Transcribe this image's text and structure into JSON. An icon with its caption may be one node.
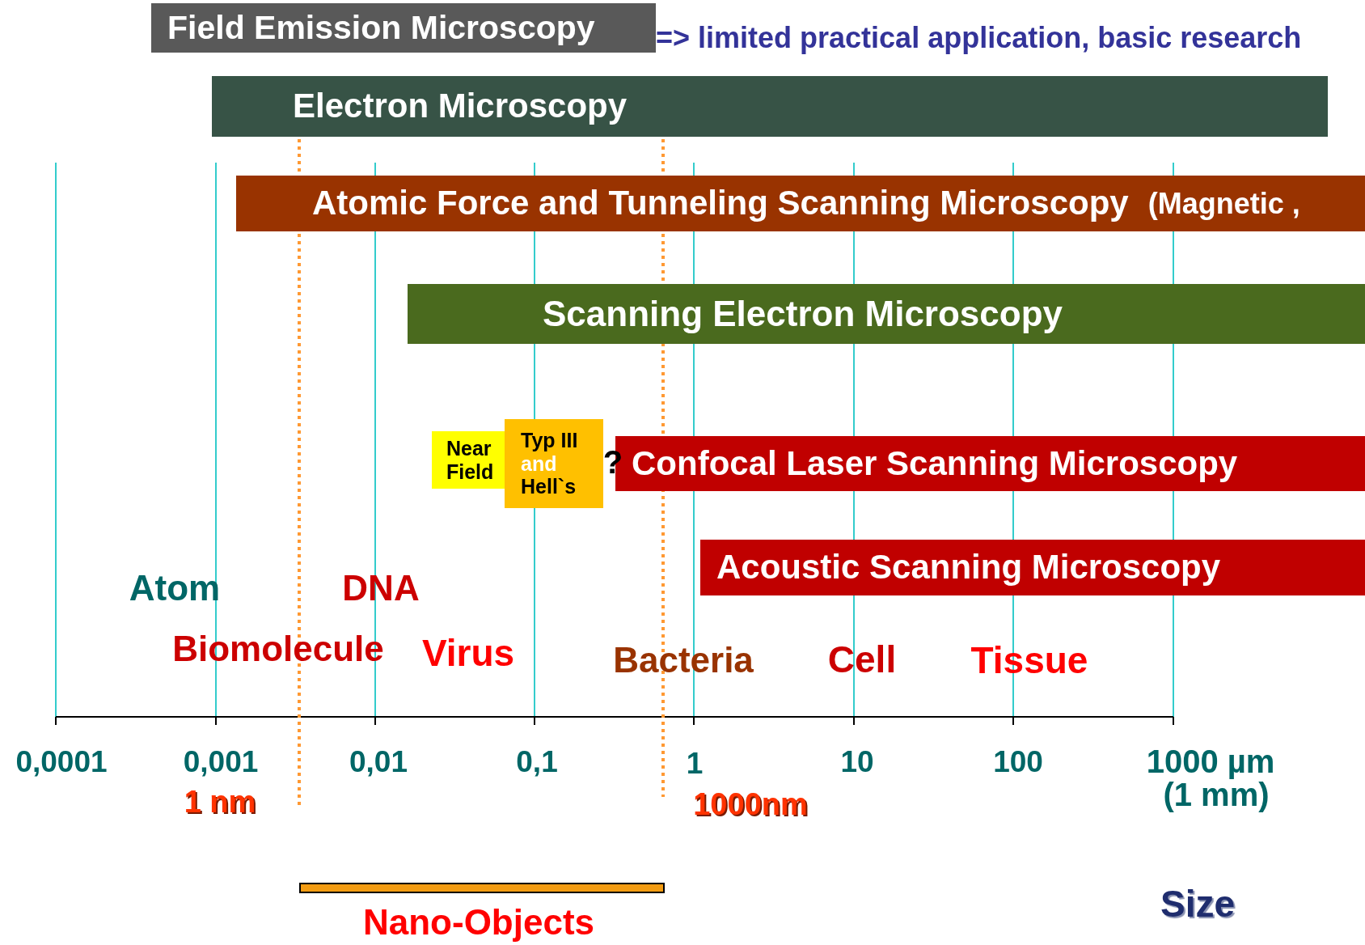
{
  "diagram": {
    "nodes": [
      {
        "text": [
          "Field Emission Microscopy"
        ],
        "beside": [
          "=> limited practical application, basic research"
        ]
      },
      {
        "text": [
          "Electron Microscopy"
        ]
      },
      {
        "text": [
          "Atomic Force and Tunneling Scanning Microscopy",
          "(Magnetic ,"
        ]
      },
      {
        "text": [
          "Scanning Electron Microscopy"
        ]
      },
      {
        "text": [
          "Near Field"
        ]
      },
      {
        "text": [
          "Typ III",
          "and",
          "Hell`s"
        ]
      },
      {
        "text": [
          "Confocal Laser Scanning Microscopy"
        ]
      },
      {
        "text": [
          "Acoustic Scanning Microscopy"
        ]
      }
    ],
    "edges": [],
    "labels": [
      "?",
      "Atom",
      "DNA",
      "Biomolecule",
      "Virus",
      "Bacteria",
      "Cell",
      "Tissue",
      "0,0001",
      "0,001",
      "0,01",
      "0,1",
      "1",
      "10",
      "100",
      "1000 µm",
      "1 nm",
      "1000nm",
      "(1 mm)",
      "Nano-Objects",
      "Size"
    ]
  }
}
